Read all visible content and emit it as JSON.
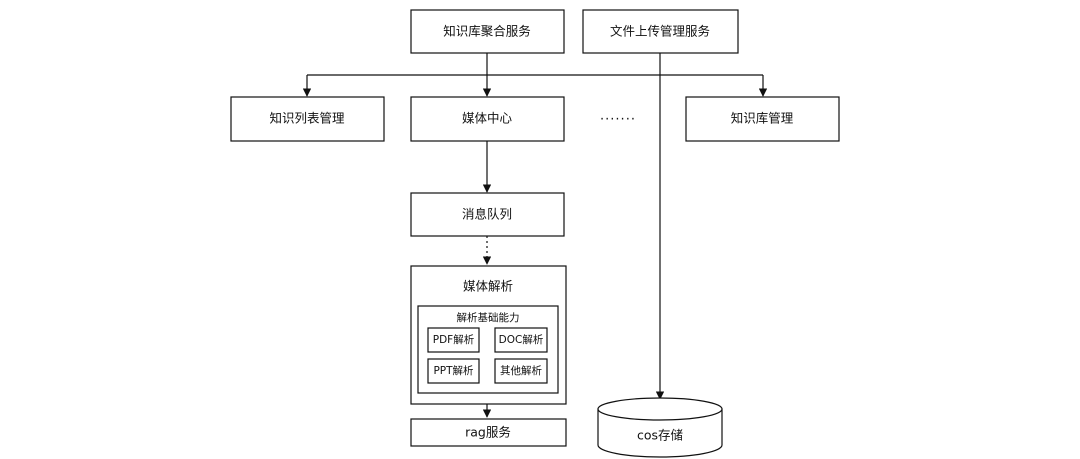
{
  "nodes": {
    "kb_aggregate_service": "知识库聚合服务",
    "file_upload_service": "文件上传管理服务",
    "knowledge_list_mgmt": "知识列表管理",
    "media_center": "媒体中心",
    "ellipsis": "·······",
    "kb_management": "知识库管理",
    "message_queue": "消息队列",
    "media_parsing": "媒体解析",
    "parsing_base_capability": "解析基础能力",
    "pdf_parsing": "PDF解析",
    "doc_parsing": "DOC解析",
    "ppt_parsing": "PPT解析",
    "other_parsing": "其他解析",
    "rag_service": "rag服务",
    "cos_storage": "cos存储"
  },
  "edges": [
    {
      "from": "kb_aggregate_service",
      "to": "knowledge_list_mgmt",
      "style": "solid"
    },
    {
      "from": "kb_aggregate_service",
      "to": "media_center",
      "style": "solid"
    },
    {
      "from": "kb_aggregate_service",
      "to": "kb_management",
      "style": "solid"
    },
    {
      "from": "media_center",
      "to": "message_queue",
      "style": "solid"
    },
    {
      "from": "message_queue",
      "to": "media_parsing",
      "style": "dashed"
    },
    {
      "from": "media_parsing",
      "to": "rag_service",
      "style": "solid"
    },
    {
      "from": "file_upload_service",
      "to": "cos_storage",
      "style": "solid"
    }
  ],
  "colors": {
    "stroke": "#111111",
    "fill": "#ffffff",
    "text": "#111111"
  }
}
